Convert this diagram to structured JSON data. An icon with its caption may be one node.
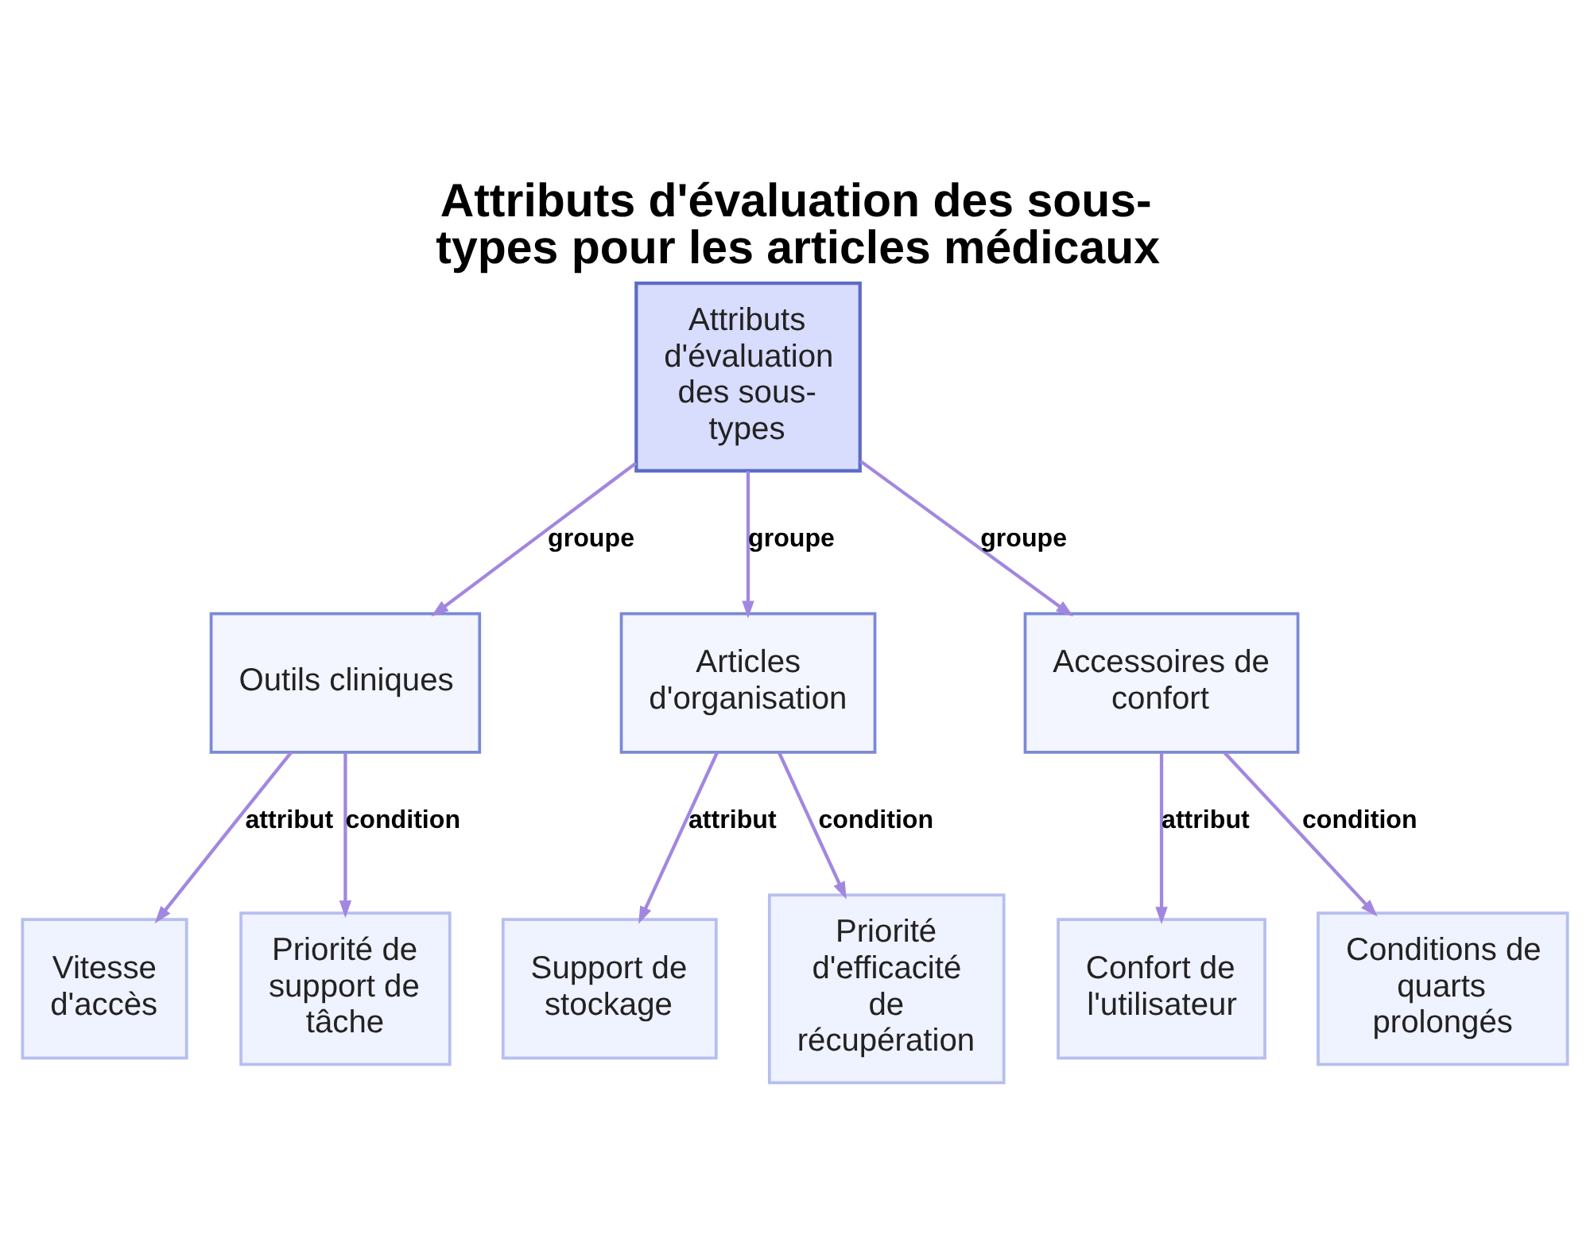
{
  "diagram": {
    "title": "Attributs d'évaluation des sous-types pour les articles médicaux",
    "nodes": [
      {
        "text": [
          "Attributs d'évaluation des sous-types"
        ]
      },
      {
        "text": [
          "Outils cliniques"
        ]
      },
      {
        "text": [
          "Articles d'organisation"
        ]
      },
      {
        "text": [
          "Accessoires de confort"
        ]
      },
      {
        "text": [
          "Vitesse d'accès"
        ]
      },
      {
        "text": [
          "Priorité de support de tâche"
        ]
      },
      {
        "text": [
          "Support de stockage"
        ]
      },
      {
        "text": [
          "Priorité d'efficacité de récupération"
        ]
      },
      {
        "text": [
          "Confort de l'utilisateur"
        ]
      },
      {
        "text": [
          "Conditions de quarts prolongés"
        ]
      }
    ],
    "edges": [
      {
        "from": 0,
        "to": 1,
        "arrow": "to",
        "label": "groupe"
      },
      {
        "from": 0,
        "to": 2,
        "arrow": "to",
        "label": "groupe"
      },
      {
        "from": 0,
        "to": 3,
        "arrow": "to",
        "label": "groupe"
      },
      {
        "from": 1,
        "to": 4,
        "arrow": "to",
        "label": "attribut"
      },
      {
        "from": 1,
        "to": 5,
        "arrow": "to",
        "label": "condition"
      },
      {
        "from": 2,
        "to": 6,
        "arrow": "to",
        "label": "attribut"
      },
      {
        "from": 2,
        "to": 7,
        "arrow": "to",
        "label": "condition"
      },
      {
        "from": 3,
        "to": 8,
        "arrow": "to",
        "label": "attribut"
      },
      {
        "from": 3,
        "to": 9,
        "arrow": "to",
        "label": "condition"
      }
    ]
  }
}
